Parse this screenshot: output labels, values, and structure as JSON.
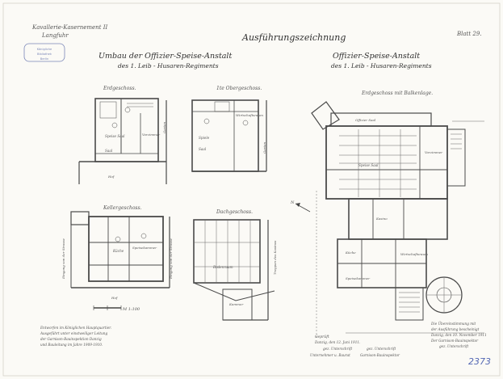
{
  "header": {
    "barracks_line1": "Kavallerie-Kasernement II",
    "barracks_line2": "Langfuhr",
    "sheet_title": "Ausführungszeichnung",
    "sheet_number": "Blatt 29.",
    "title_left_line1": "Umbau der Offizier-Speise-Anstalt",
    "title_left_line2": "des 1. Leib - Husaren-Regiments",
    "title_right_line1": "Offizier-Speise-Anstalt",
    "title_right_line2": "des 1. Leib - Husaren-Regiments"
  },
  "plans": {
    "ground_floor": "Erdgeschoss.",
    "first_floor": "1te Obergeschoss.",
    "cellar": "Kellergeschoss.",
    "attic": "Dachgeschoss.",
    "ground_floor_beams": "Erdgeschoss mit Balkenlage."
  },
  "rooms": {
    "speise_saal": "Speise Saal",
    "vorzimmer": "Vorzimmer",
    "wirtschafts": "Wirtschaftsraum",
    "spiele": "Spiele",
    "saal": "Saal",
    "bodenraum": "Bodenraum",
    "kammer": "Kammer",
    "kueche": "Küche",
    "speisekammer": "Speisekammer",
    "offizier_saal": "Offizier Saal",
    "kasino": "Kasino",
    "hof": "Hof"
  },
  "street_labels": {
    "ground": "Garten",
    "first": "Garten",
    "cellar": "Eingang von der Strasse",
    "attic": "Treppen des Kasinos"
  },
  "scale": "M 1:100",
  "approval_text": [
    "Entworfen im Königlichen Hauptquartier.",
    "Ausgeführt unter einstweiliger Leitung",
    "der Garnison-Bauinspektion Danzig",
    "und Bauleitung im Jahre 1909-1910."
  ],
  "signatures": {
    "place_date": "Danzig, den 12. Juni 1911.",
    "sig1": "gez. Unterschrift",
    "sig2": "gez. Unterschrift",
    "role1": "Unternehmer u. Baurat",
    "role2": "Garnison-Bauinspektor",
    "heading": "Geprüft"
  },
  "right_note": [
    "Die Übereinstimmung mit",
    "der Ausführung bescheinigt",
    "Danzig, den 10. November 1911",
    "Der Garnison-Bauinspektor",
    "gez. Unterschrift"
  ],
  "stamp": {
    "line1": "Königliche",
    "line2": "Bibliothek",
    "line3": "Berlin"
  },
  "archive_number": "2373",
  "north_arrow": "N"
}
